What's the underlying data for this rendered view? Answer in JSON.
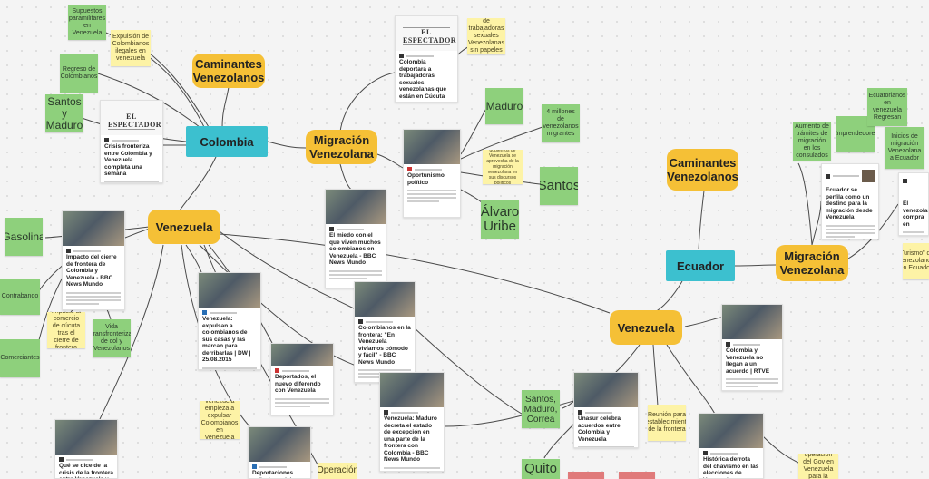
{
  "nodes": {
    "caminantes1": "Caminantes\nVenezolanos",
    "colombia": "Colombia",
    "migracion1": "Migración\nVenezolana",
    "venezuela1": "Venezuela",
    "caminantes2": "Caminantes\nVenezolanos",
    "ecuador": "Ecuador",
    "migracion2": "Migración\nVenezolana",
    "venezuela2": "Venezuela"
  },
  "stickies": {
    "supuestos": "Supuestos paramilitares en Venezuela",
    "expulsion": "Expulsión de Colombianos ilegales en venezuela",
    "regreso": "Regreso de Colombianos",
    "santos_maduro": "Santos y Maduro",
    "deportacion": "Deportación de trabajadoras sexuales Venezolanas sin papeles en Cúcuta",
    "maduro": "Maduro",
    "millones": "4 millones de venezolanos migrantes",
    "santos": "Santos",
    "alvaro": "Álvaro Uribe",
    "gobierno": "Gracias a los gobiernos de Venezuela se aprovecha de la migración venezolana en sus discursos políticos electorales",
    "gasolina": "Gasolina",
    "contrabando": "Contrabando",
    "comerciantes": "Comerciantes",
    "impacto_comercio": "Impacto al comercio de cúcuta tras el cierre de frontera",
    "vida": "Vida transfronteriza de col y Venezolanos",
    "empieza": "Venezuela empieza a expulsar Colombianos en Venezuela",
    "operacion": "Operación",
    "aumento": "Aumento de trámites de migración en los consulados",
    "emprendedores": "Emprendedores",
    "ecuatorianos": "Ecuatorianos en venezuela Regresan",
    "inicios": "Inicios de migración Venezolana a Ecuador",
    "turismo": "\"Turismo\" de Venezolanos en Ecuador",
    "smc": "Santos, Maduro, Correa",
    "reunion": "Reunión para restablecimiento de la frontera",
    "quito": "Quito",
    "operacion_gov": "La operación del Gov en Venezuela para la mayoría"
  },
  "cards": {
    "crisis": "Crisis fronteriza entre Colombia y Venezuela completa una semana",
    "deporta": "Colombia deportará a trabajadoras sexuales venezolanas que están en Cúcuta",
    "oportunismo": "Oportunismo político",
    "miedo": "El miedo con el que viven muchos colombianos en Venezuela - BBC News Mundo",
    "impacto": "Impacto del cierre de frontera de Colombia y Venezuela - BBC News Mundo",
    "expulsan": "Venezuela: expulsan a colombianos de sus casas y las marcan para derribarlas | DW | 25.08.2015",
    "colombianos": "Colombianos en la frontera: \"En Venezuela vivíamos cómodo y fácil\" - BBC News Mundo",
    "deportados": "Deportados, el nuevo diferendo con Venezuela",
    "decreta": "Venezuela: Maduro decreta el estado de excepción en una parte de la frontera con Colombia - BBC News Mundo",
    "que_se_dice": "Qué se dice de la crisis de la frontera entre Venezuela y Colombia",
    "calientan": "Deportaciones calientan crisis entre",
    "ecuador_perfila": "Ecuador se perfila como un destino para la migración desde Venezuela",
    "compra": "El venezolano compra en",
    "no_llegan": "Colombia y Venezuela no llegan a un acuerdo | RTVE",
    "unasur": "Unasur celebra acuerdos entre Colombia y Venezuela",
    "historica": "Histórica derrota del chavismo en las elecciones de Venezuela"
  },
  "mastheads": {
    "espectador": "EL ESPECTADOR"
  }
}
